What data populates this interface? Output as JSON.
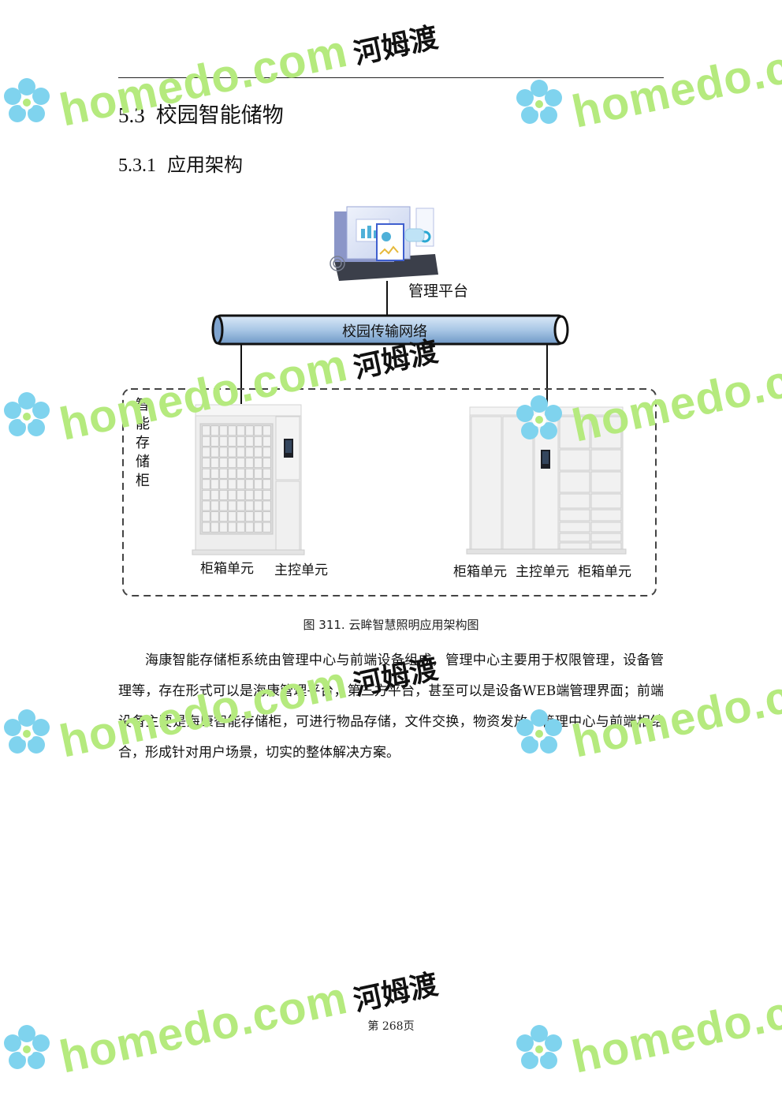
{
  "section": {
    "number": "5.3",
    "title": "校园智能储物"
  },
  "subsection": {
    "number": "5.3.1",
    "title": "应用架构"
  },
  "diagram": {
    "platform_label": "管理平台",
    "network_label": "校园传输网络",
    "group_label": "智能存储柜",
    "cabinet_left_labels": [
      "柜箱单元",
      "主控单元"
    ],
    "cabinet_right_labels": [
      "柜箱单元",
      "主控单元",
      "柜箱单元"
    ]
  },
  "caption": "图 311.  云眸智慧照明应用架构图",
  "body": "海康智能存储柜系统由管理中心与前端设备组成，管理中心主要用于权限管理，设备管理等，存在形式可以是海康管理平台，第三方平台，甚至可以是设备WEB端管理界面；前端设备主要是海康智能存储柜，可进行物品存储，文件交换，物资发放。管理中心与前端相结合，形成针对用户场景，切实的整体解决方案。",
  "footer": "第 268页",
  "watermark": {
    "brand": "homedo.com",
    "cn": "河姆渡",
    "brand_color": "#b5ea7e",
    "flower_color": "#7fd3ee"
  }
}
